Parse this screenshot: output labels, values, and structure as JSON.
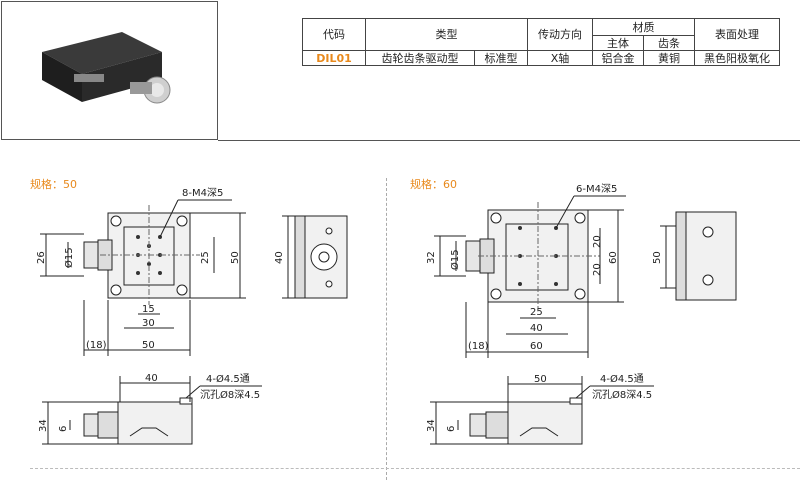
{
  "table": {
    "headers": {
      "code": "代码",
      "type": "类型",
      "direction": "传动方向",
      "material": "材质",
      "body": "主体",
      "rack": "齿条",
      "surface": "表面处理"
    },
    "row": {
      "code": "DIL01",
      "type1": "齿轮齿条驱动型",
      "type2": "标准型",
      "direction": "X轴",
      "body": "铝合金",
      "rack": "黄铜",
      "surface": "黑色阳极氧化"
    }
  },
  "left": {
    "spec": "规格：50",
    "hole_note": "8-M4深5",
    "dims": {
      "d26": "26",
      "d15": "Ø15",
      "d25": "25",
      "d50": "50",
      "d40side": "40",
      "d15b": "15",
      "d30": "30",
      "d18": "(18)",
      "d50b": "50",
      "d40top": "40",
      "d34": "34",
      "d6": "6"
    },
    "mount_note1": "4-Ø4.5通",
    "mount_note2": "沉孔Ø8深4.5"
  },
  "right": {
    "spec": "规格：60",
    "hole_note": "6-M4深5",
    "dims": {
      "d32": "32",
      "d15": "Ø15",
      "d20a": "20",
      "d20b": "20",
      "d60": "60",
      "d50side": "50",
      "d25": "25",
      "d40": "40",
      "d18": "(18)",
      "d60b": "60",
      "d50top": "50",
      "d34": "34",
      "d6": "6"
    },
    "mount_note1": "4-Ø4.5通",
    "mount_note2": "沉孔Ø8深4.5"
  }
}
